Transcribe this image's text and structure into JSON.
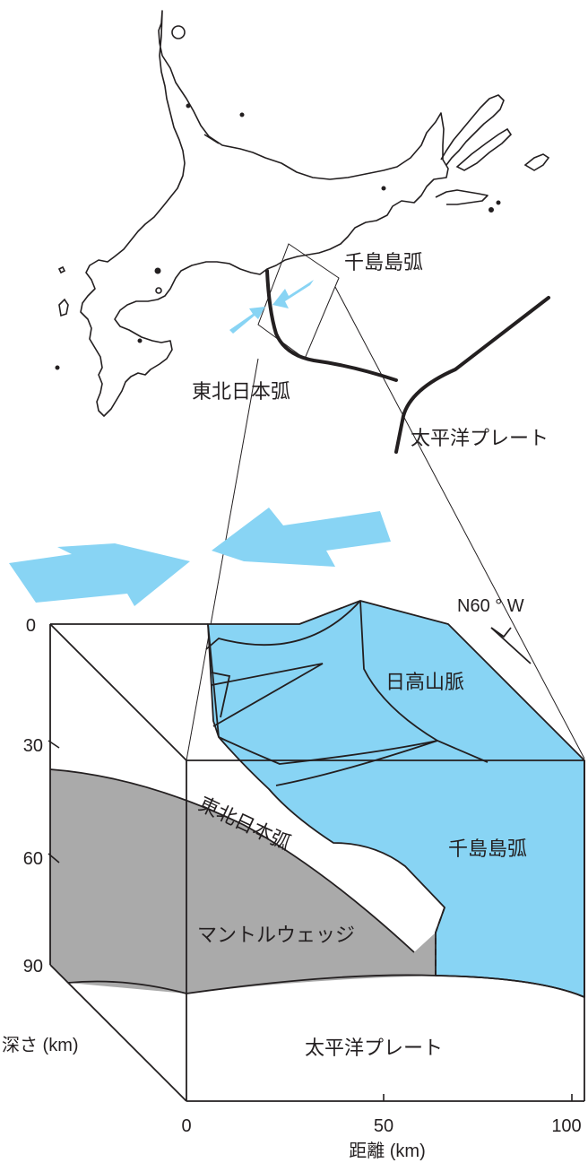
{
  "map": {
    "kuril_arc_label": "千島島弧",
    "ne_japan_arc_label": "東北日本弧",
    "pacific_plate_label": "太平洋プレート"
  },
  "block": {
    "orientation_label": "N60 ° W",
    "hidaka_label": "日高山脈",
    "ne_japan_arc_label": "東北日本弧",
    "kuril_arc_label": "千島島弧",
    "mantle_wedge_label": "マントルウェッジ",
    "pacific_plate_label": "太平洋プレート"
  },
  "axes": {
    "depth_title": "深さ (km)",
    "depth_ticks": [
      "0",
      "30",
      "60",
      "90"
    ],
    "distance_title": "距離 (km)",
    "distance_ticks": [
      "0",
      "50",
      "100"
    ]
  },
  "colors": {
    "kuril_blue": "#88d4f4",
    "mantle_gray": "#aaaaaa",
    "line": "#231f20"
  }
}
